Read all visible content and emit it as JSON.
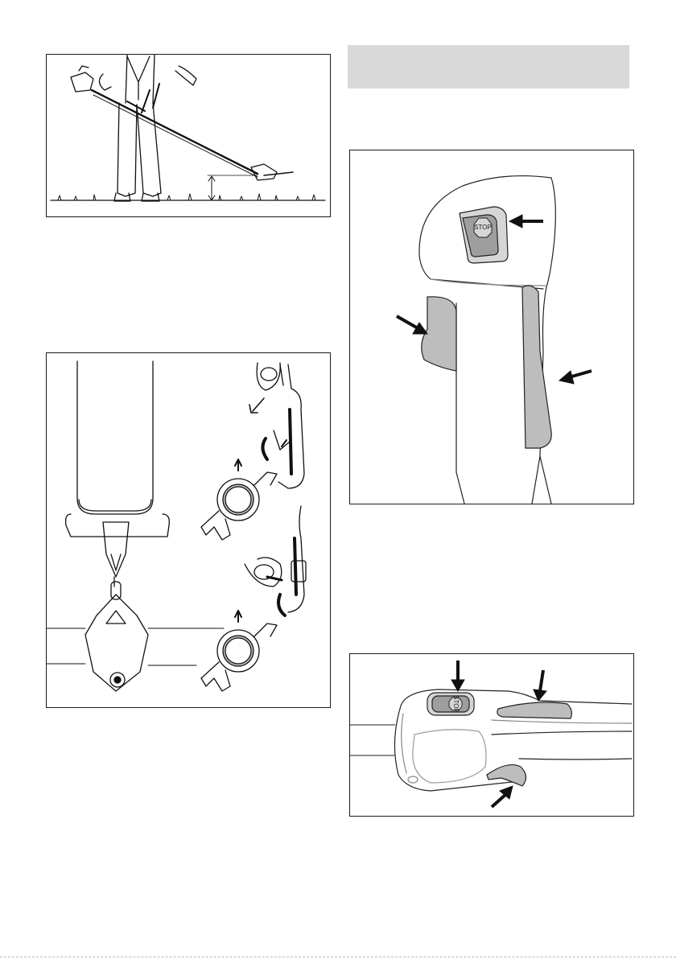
{
  "header_bar": {
    "color": "#d9d9d9"
  },
  "figures": {
    "trimmer": {
      "icon": "person-operating-trimmer-illustration"
    },
    "harness": {
      "icon": "harness-quick-release-illustration"
    },
    "handle_side": {
      "icon": "control-handle-side-view",
      "stop_label": "STOP",
      "accent": "#bdbdbd"
    },
    "handle_top": {
      "icon": "control-handle-top-view",
      "stop_label": "STOP",
      "accent": "#bdbdbd"
    }
  }
}
